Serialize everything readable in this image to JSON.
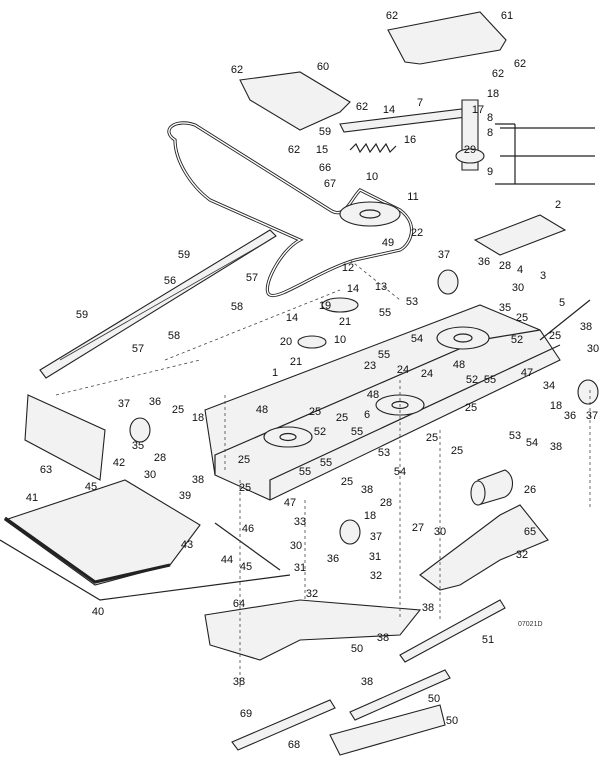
{
  "drawing_id": "07021D",
  "callouts": [
    "62",
    "61",
    "62",
    "62",
    "18",
    "17",
    "8",
    "8",
    "29",
    "9",
    "7",
    "60",
    "62",
    "62",
    "62",
    "14",
    "59",
    "16",
    "15",
    "66",
    "67",
    "10",
    "11",
    "22",
    "49",
    "2",
    "37",
    "36",
    "28",
    "4",
    "3",
    "30",
    "35",
    "5",
    "12",
    "13",
    "14",
    "19",
    "55",
    "21",
    "53",
    "25",
    "25",
    "38",
    "30",
    "52",
    "54",
    "14",
    "20",
    "10",
    "55",
    "21",
    "48",
    "23",
    "24",
    "24",
    "47",
    "52",
    "55",
    "34",
    "18",
    "36",
    "37",
    "59",
    "56",
    "57",
    "57",
    "58",
    "58",
    "59",
    "1",
    "37",
    "36",
    "25",
    "18",
    "35",
    "63",
    "42",
    "28",
    "30",
    "38",
    "25",
    "25",
    "39",
    "45",
    "41",
    "43",
    "46",
    "44",
    "45",
    "40",
    "64",
    "47",
    "33",
    "30",
    "31",
    "48",
    "48",
    "25",
    "25",
    "6",
    "25",
    "25",
    "52",
    "55",
    "53",
    "55",
    "54",
    "25",
    "25",
    "38",
    "28",
    "18",
    "27",
    "30",
    "65",
    "26",
    "37",
    "36",
    "31",
    "32",
    "32",
    "32",
    "38",
    "38",
    "38",
    "54",
    "53",
    "55",
    "51",
    "50",
    "38",
    "38",
    "50",
    "69",
    "50",
    "68",
    "69"
  ]
}
